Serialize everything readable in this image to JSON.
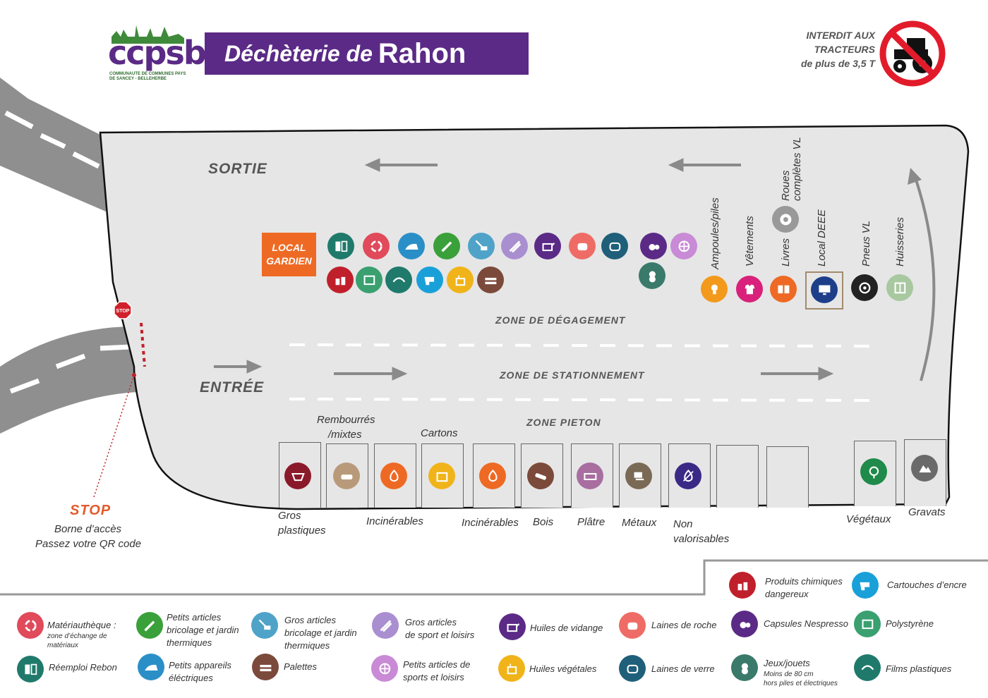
{
  "header": {
    "logo_text": "ccpsb",
    "logo_subtitle": "COMMUNAUTE DE COMMUNES PAYS DE SANCEY - BELLEHERBE",
    "title_part1": "Déchèterie de",
    "title_part2": "Rahon",
    "ban_line1": "INTERDIT AUX",
    "ban_line2": "TRACTEURS",
    "ban_line3": "de plus de 3,5 T"
  },
  "map": {
    "sortie": "SORTIE",
    "entree": "ENTRÉE",
    "local_gardien_line1": "LOCAL",
    "local_gardien_line2": "GARDIEN",
    "zone_degagement": "ZONE DE DÉGAGEMENT",
    "zone_stationnement": "ZONE DE STATIONNEMENT",
    "zone_pieton": "ZONE PIETON",
    "stop_sign": "STOP",
    "stop_title": "STOP",
    "stop_line1": "Borne d’accès",
    "stop_line2": "Passez votre QR code"
  },
  "vertical_labels": {
    "ampoules": "Ampoules/piles",
    "vetements": "Vêtements",
    "livres": "Livres",
    "roues_1": "Roues",
    "roues_2": "complètes VL",
    "local_deee": "Local DEEE",
    "pneus": "Pneus VL",
    "huisseries": "Huisseries"
  },
  "bins": {
    "rembourres_1": "Rembourrés",
    "rembourres_2": "/mixtes",
    "cartons": "Cartons",
    "gros_plastiques_1": "Gros",
    "gros_plastiques_2": "plastiques",
    "incinerables_1": "Incinérables",
    "incinerables_2": "Incinérables",
    "bois": "Bois",
    "platre": "Plâtre",
    "metaux": "Métaux",
    "non_valorisables_1": "Non",
    "non_valorisables_2": "valorisables",
    "vegetaux": "Végétaux",
    "gravats": "Gravats"
  },
  "legend": {
    "materiautheque": "Matériauthèque :",
    "materiautheque_sub1": "zone d’échange de",
    "materiautheque_sub2": "matériaux",
    "reemploi": "Réemploi Rebon",
    "petits_articles_1": "Petits articles",
    "petits_articles_2": "bricolage et jardin",
    "petits_articles_3": "thermiques",
    "petits_appareils_1": "Petits appareils",
    "petits_appareils_2": "éléctriques",
    "gros_articles_1": "Gros articles",
    "gros_articles_2": "bricolage et jardin",
    "gros_articles_3": "thermiques",
    "palettes": "Palettes",
    "gros_sport_1": "Gros articles",
    "gros_sport_2": "de sport et loisirs",
    "petits_sport_1": "Petits articles de",
    "petits_sport_2": "sports et loisirs",
    "huiles_vidange": "Huiles de vidange",
    "huiles_vegetales": "Huiles végétales",
    "laines_roche": "Laines de roche",
    "laines_verre": "Laines de verre",
    "produits_chimiques_1": "Produits chimiques",
    "produits_chimiques_2": "dangereux",
    "capsules": "Capsules Nespresso",
    "jeux_1": "Jeux/jouets",
    "jeux_2": "Moins de 80 cm",
    "jeux_3": "hors piles et électriques",
    "cartouches": "Cartouches d’encre",
    "polystyrene": "Polystyrène",
    "films": "Films plastiques"
  },
  "colors": {
    "purple": "#5b2a86",
    "orange": "#ee6a24",
    "stop_red": "#e35b2c",
    "ban_red": "#e21b2b"
  }
}
